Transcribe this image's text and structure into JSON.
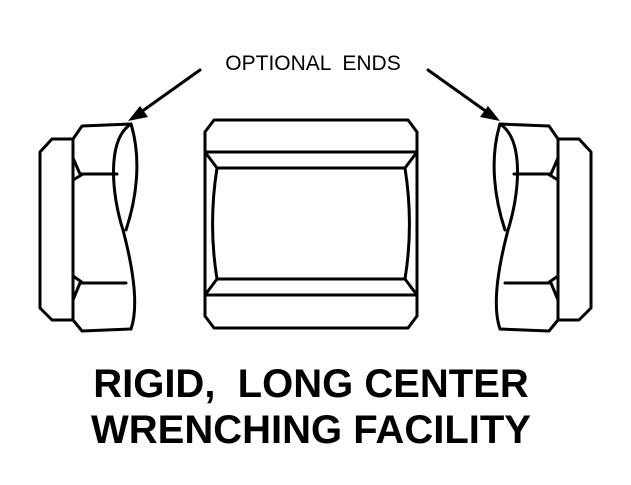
{
  "callout": {
    "label": "OPTIONAL  ENDS"
  },
  "title": {
    "line1": "RIGID,  LONG CENTER",
    "line2": "WRENCHING FACILITY"
  },
  "colors": {
    "ink": "#000000",
    "background": "#ffffff"
  }
}
